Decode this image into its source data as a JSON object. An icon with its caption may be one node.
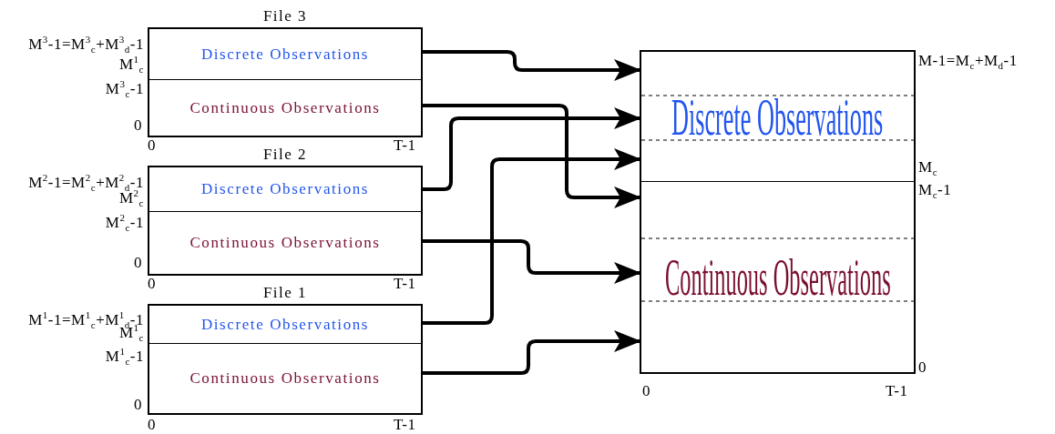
{
  "diagram": {
    "nodes": [
      {
        "text": [
          "File 3"
        ]
      },
      {
        "text": [
          "Discrete Observations"
        ],
        "in": 0
      },
      {
        "text": [
          "Continuous Observations"
        ],
        "in": 0
      },
      {
        "text": [
          "File 2"
        ]
      },
      {
        "text": [
          "Discrete Observations"
        ],
        "in": 3
      },
      {
        "text": [
          "Continuous Observations"
        ],
        "in": 3
      },
      {
        "text": [
          "File 1"
        ]
      },
      {
        "text": [
          "Discrete Observations"
        ],
        "in": 6
      },
      {
        "text": [
          "Continuous Observations"
        ],
        "in": 6
      },
      {
        "text": [],
        "shape": "box"
      },
      {
        "text": [
          "Discrete Observations"
        ],
        "in": 9
      },
      {
        "text": [
          "Continuous Observations"
        ],
        "in": 9
      }
    ],
    "edges": [
      {
        "from": 1,
        "to": 10,
        "arrow": "to"
      },
      {
        "from": 2,
        "to": 11,
        "arrow": "to"
      },
      {
        "from": 4,
        "to": 10,
        "arrow": "to"
      },
      {
        "from": 5,
        "to": 11,
        "arrow": "to"
      },
      {
        "from": 7,
        "to": 10,
        "arrow": "to"
      },
      {
        "from": 8,
        "to": 11,
        "arrow": "to"
      }
    ],
    "labels": [
      "M$^{3}$-1=M$^{3}$$_{c}$+M$^{3}$$_{d}$-1",
      "M$^{1}$$_{c}$",
      "M$^{3}$$_{c}$-1",
      "0",
      "0",
      "T-1",
      "M$^{2}$-1=M$^{2}$$_{c}$+M$^{2}$$_{d}$-1",
      "M$^{2}$$_{c}$",
      "M$^{2}$$_{c}$-1",
      "0",
      "0",
      "T-1",
      "M$^{1}$-1=M$^{1}$$_{c}$+M$^{1}$$_{d}$-1",
      "M$^{1}$$_{c}$",
      "M$^{1}$$_{c}$-1",
      "0",
      "0",
      "T-1",
      "M-1=M$_{c}$+M$_{d}$-1",
      "M$_{c}$",
      "M$_{c}$-1",
      "0",
      "0",
      "T-1"
    ]
  }
}
